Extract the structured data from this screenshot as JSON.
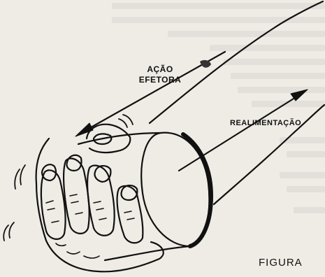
{
  "labels": {
    "acao_line1": "AÇÃO",
    "acao_line2": "EFETORA",
    "realimentacao": "REALIMENTAÇÃO",
    "figura": "FIGURA"
  },
  "colors": {
    "ink": "#111111",
    "paper": "#efece6"
  }
}
